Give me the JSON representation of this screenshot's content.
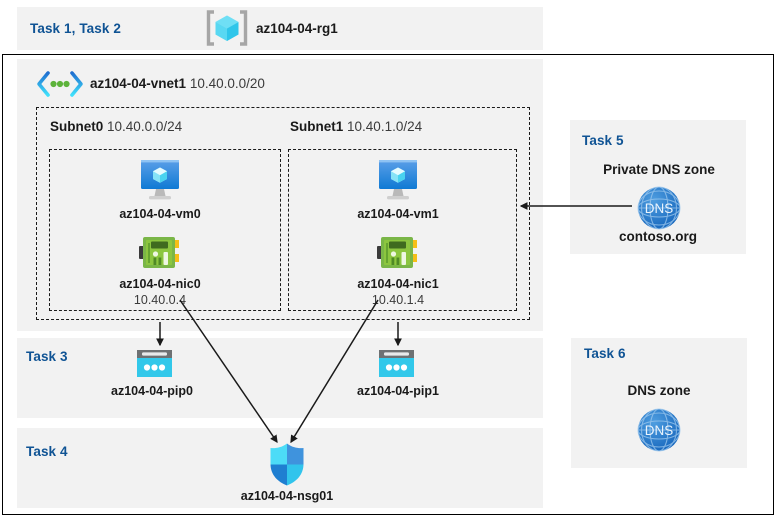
{
  "diagram": {
    "title": "Azure AZ-104-04 lab resource topology",
    "colors": {
      "task_label": "#0f5394",
      "panel_bg": "#f2f2f2",
      "page_bg": "#ffffff",
      "border": "#000000",
      "dashed_border": "#1a1a1a",
      "vnet_icon_blue": "#1f6fd0",
      "vnet_icon_cyan": "#32d4f5",
      "vnet_icon_dot_green": "#5db33b",
      "rg_cube_cyan": "#4fd6f2",
      "vm_monitor_blue": "#1b82db",
      "nic_green": "#7ab647",
      "nic_yellow": "#f5bf18",
      "pip_cyan": "#32c8ea",
      "pip_gray": "#6e7173",
      "nsg_shield_cyan": "#4cdcf7",
      "nsg_shield_blue": "#2e8fd6",
      "dns_globe_blue": "#2a7fd4"
    }
  },
  "resource_group": {
    "task_label": "Task 1, Task 2",
    "icon": "resource-group-cube-icon",
    "name": "az104-04-rg1"
  },
  "vnet": {
    "icon": "virtual-network-icon",
    "name": "az104-04-vnet1",
    "cidr": "10.40.0.0/20"
  },
  "subnets": [
    {
      "name": "Subnet0",
      "cidr": "10.40.0.0/24",
      "vm": {
        "icon": "virtual-machine-icon",
        "name": "az104-04-vm0"
      },
      "nic": {
        "icon": "network-interface-icon",
        "name": "az104-04-nic0",
        "ip": "10.40.0.4"
      }
    },
    {
      "name": "Subnet1",
      "cidr": "10.40.1.0/24",
      "vm": {
        "icon": "virtual-machine-icon",
        "name": "az104-04-vm1"
      },
      "nic": {
        "icon": "network-interface-icon",
        "name": "az104-04-nic1",
        "ip": "10.40.1.4"
      }
    }
  ],
  "public_ips": {
    "task_label": "Task 3",
    "items": [
      {
        "icon": "public-ip-address-icon",
        "name": "az104-04-pip0"
      },
      {
        "icon": "public-ip-address-icon",
        "name": "az104-04-pip1"
      }
    ]
  },
  "nsg": {
    "task_label": "Task 4",
    "icon": "network-security-group-shield-icon",
    "name": "az104-04-nsg01"
  },
  "private_dns_zone": {
    "task_label": "Task 5",
    "title": "Private DNS zone",
    "icon": "dns-zone-globe-icon",
    "icon_text": "DNS",
    "name": "contoso.org"
  },
  "dns_zone": {
    "task_label": "Task 6",
    "title": "DNS zone",
    "icon": "dns-zone-globe-icon",
    "icon_text": "DNS"
  }
}
